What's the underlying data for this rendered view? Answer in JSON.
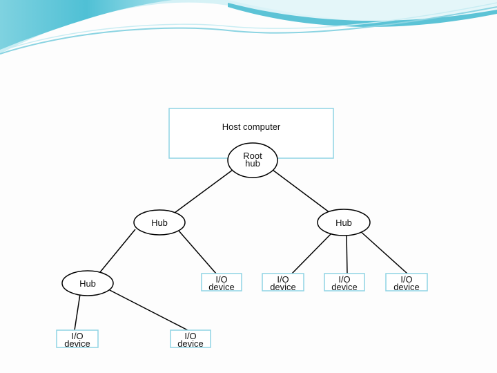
{
  "diagram": {
    "host_computer": "Host computer",
    "root_hub": [
      "Root",
      "hub"
    ],
    "hub_left": "Hub",
    "hub_right": "Hub",
    "hub_lower": "Hub",
    "io_device_1": [
      "I/O",
      "device"
    ],
    "io_device_2": [
      "I/O",
      "device"
    ],
    "io_device_3": [
      "I/O",
      "device"
    ],
    "io_device_4": [
      "I/O",
      "device"
    ],
    "io_device_5": [
      "I/O",
      "device"
    ],
    "io_device_6": [
      "I/O",
      "device"
    ]
  },
  "colors": {
    "box_border": "#8fd3e4",
    "header_teal": "#5cc3d6",
    "line": "#000000"
  }
}
